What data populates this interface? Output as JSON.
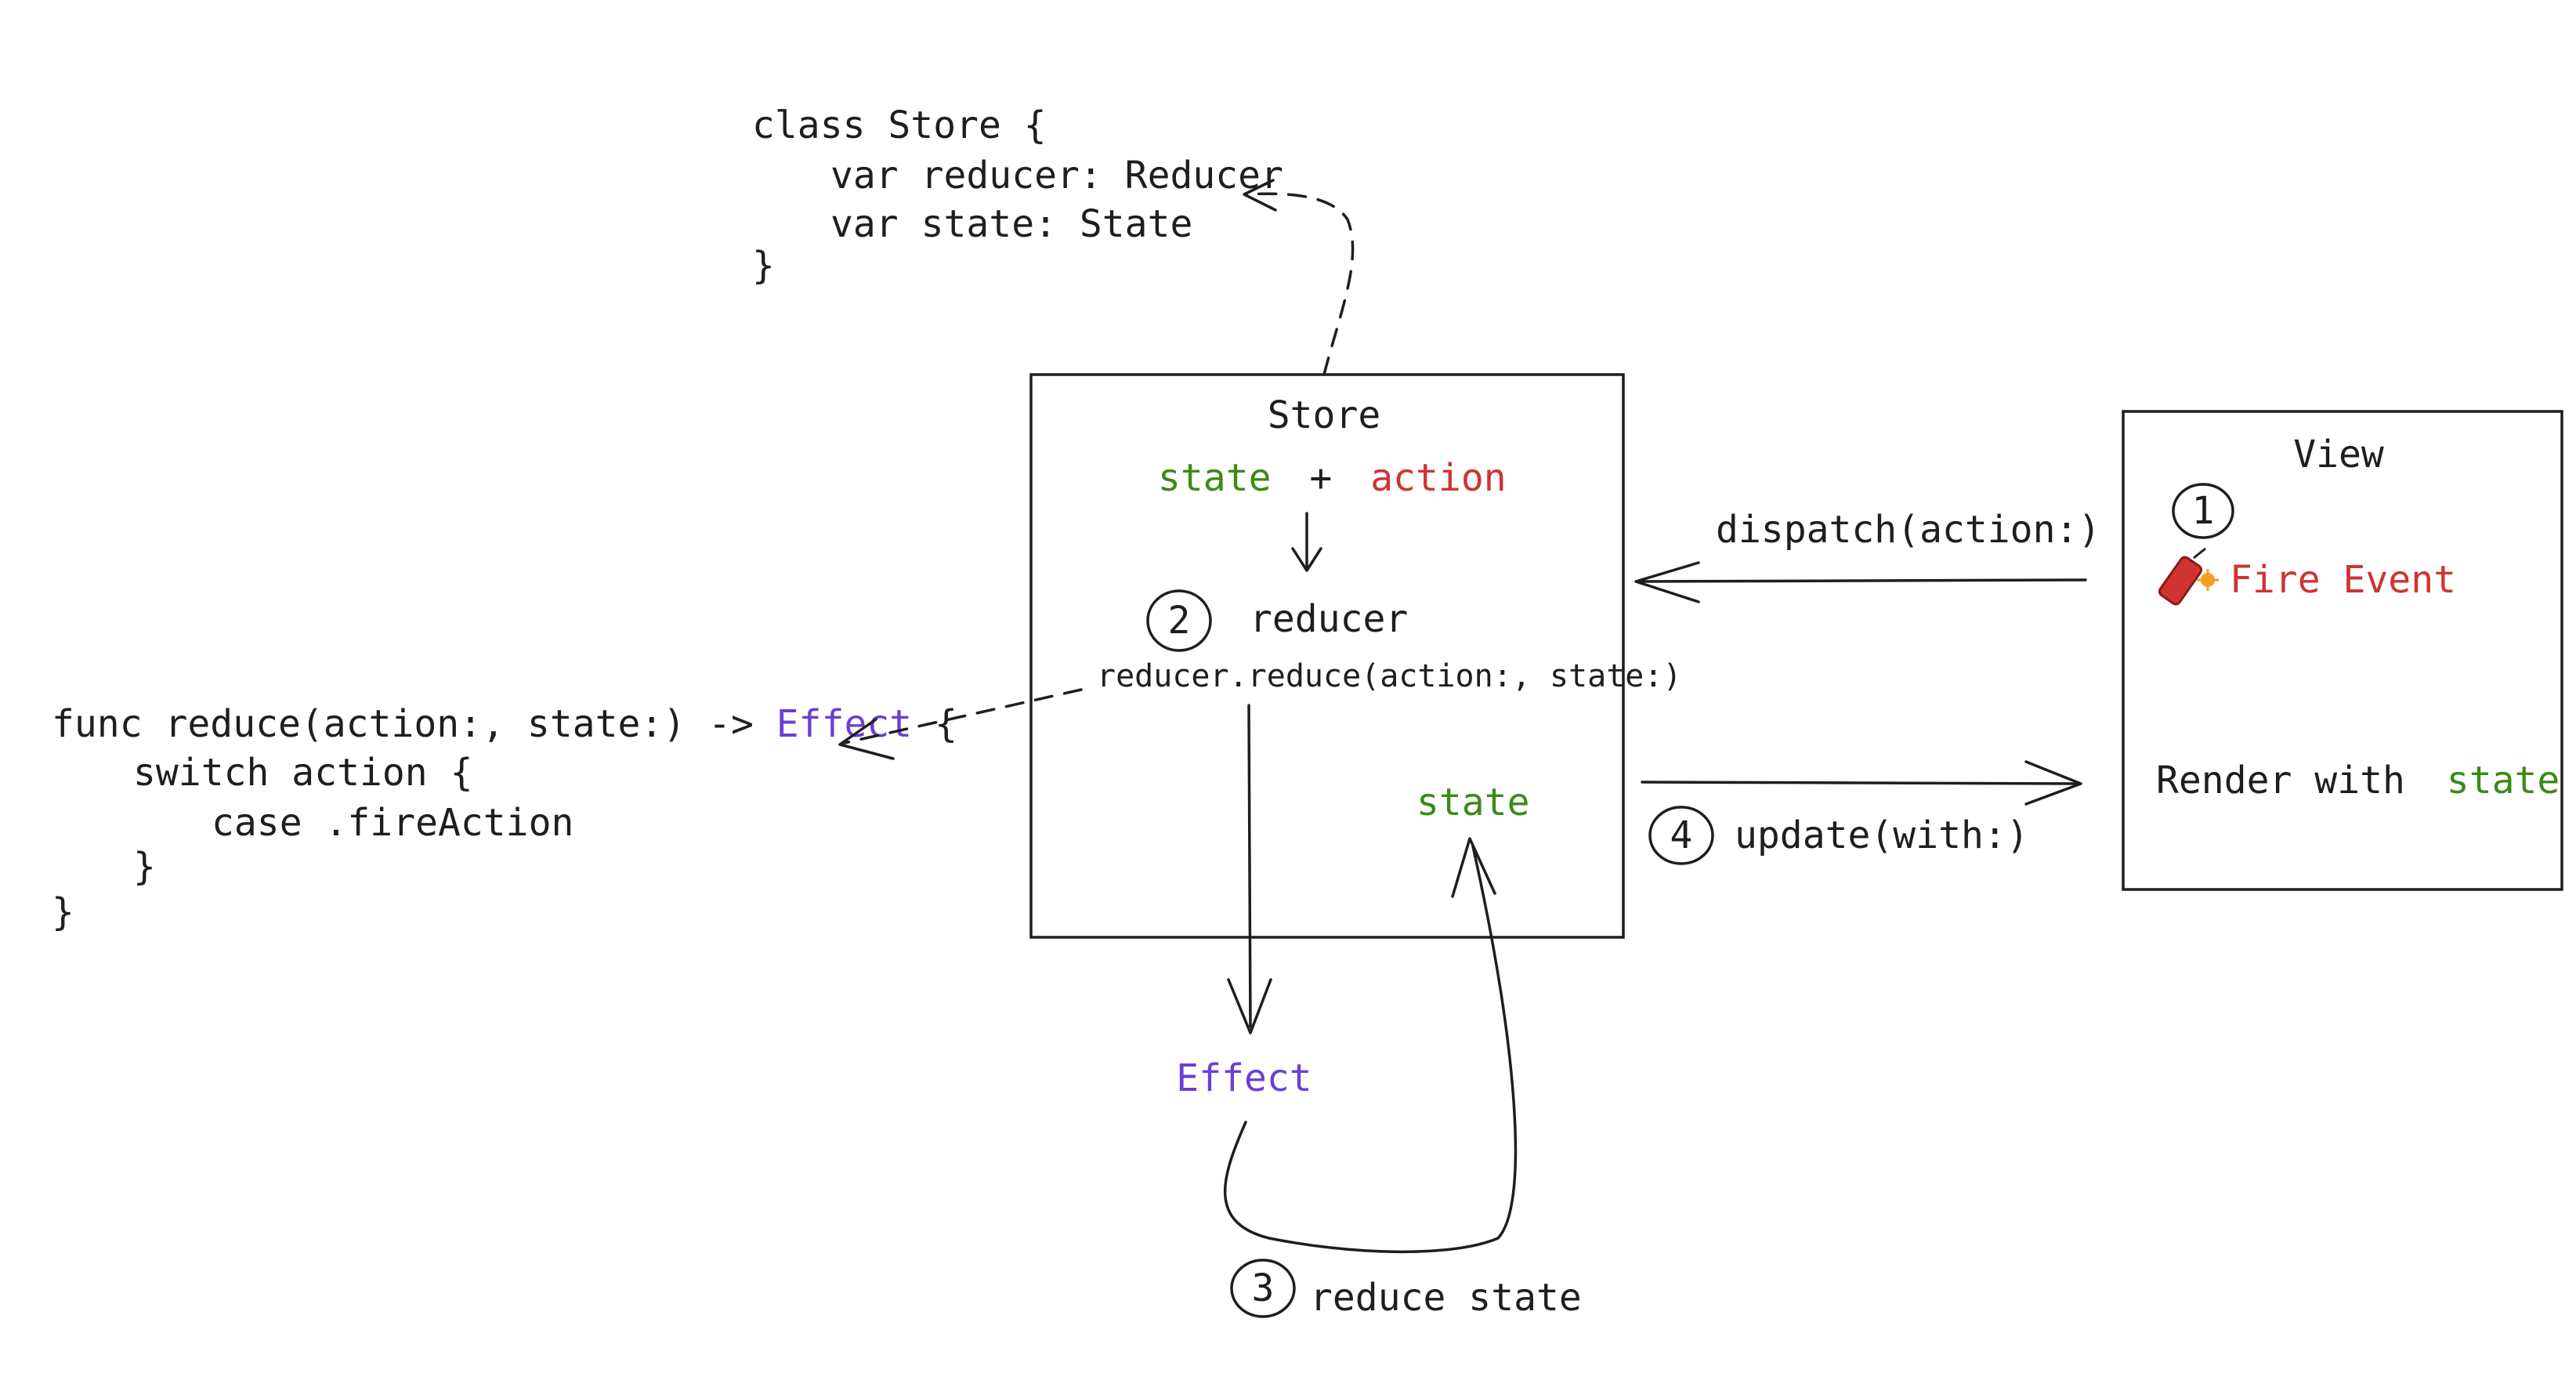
{
  "code_store": {
    "lines": [
      "class Store {",
      "var reducer: Reducer",
      "var state: State",
      "}"
    ]
  },
  "code_reduce": {
    "line1_prefix": "func reduce(action:, state:) ->",
    "line1_effect": "Effect",
    "line1_brace": "{",
    "line2": "switch action {",
    "line3": "case .fireAction",
    "line4": "}",
    "line5": "}"
  },
  "store": {
    "title": "Store",
    "state_word": "state",
    "plus": "+",
    "action_word": "action",
    "step_number": "2",
    "reducer_label": "reducer",
    "reduce_call": "reducer.reduce(action:, state:)",
    "state_out": "state"
  },
  "view": {
    "title": "View",
    "step_number": "1",
    "fire_event": "Fire Event",
    "render_prefix": "Render with",
    "render_state": "state"
  },
  "arrows": {
    "dispatch_label": "dispatch(action:)",
    "update_step": "4",
    "update_label": "update(with:)"
  },
  "effect": {
    "label": "Effect",
    "step_number": "3",
    "reduce_state_label": "reduce state"
  },
  "colors": {
    "ink": "#1e1e1e",
    "state": "#3b8a16",
    "action": "#d13232",
    "effect": "#6a3fd6"
  }
}
